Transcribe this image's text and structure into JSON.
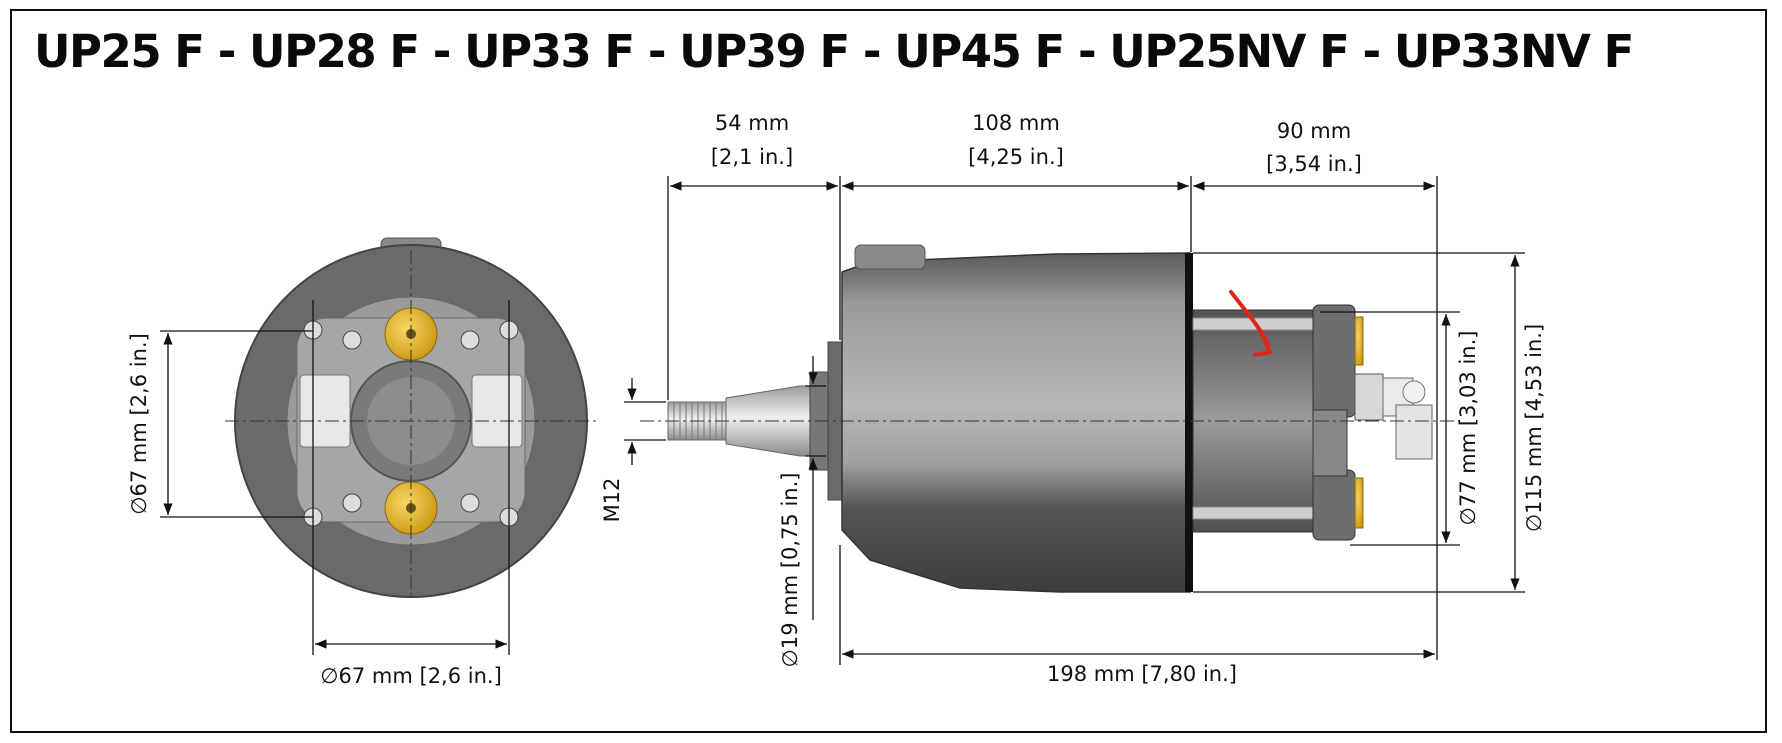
{
  "title": "UP25 F - UP28 F - UP33 F - UP39 F - UP45 F - UP25NV F - UP33NV F",
  "dimensions": {
    "shaft_length_mm": "54 mm",
    "shaft_length_in": "[2,1 in.]",
    "body_length_mm": "108 mm",
    "body_length_in": "[4,25 in.]",
    "rear_length_mm": "90 mm",
    "rear_length_in": "[3,54 in.]",
    "thread": "M12",
    "shaft_diameter": "∅19 mm [0,75 in.]",
    "rear_diameter": "∅77 mm [3,03 in.]",
    "body_diameter": "∅115 mm [4,53 in.]",
    "bolt_vertical": "∅67 mm [2,6 in.]",
    "bolt_horizontal": "∅67 mm [2,6 in.]",
    "total_length": "198 mm [7,80 in.]"
  },
  "colors": {
    "body_dark": "#4a4a4a",
    "body_mid": "#8e8e8e",
    "body_light": "#b4b4b4",
    "fitting_yellow": "#e3b21d",
    "annotation_red": "#e0261b"
  }
}
